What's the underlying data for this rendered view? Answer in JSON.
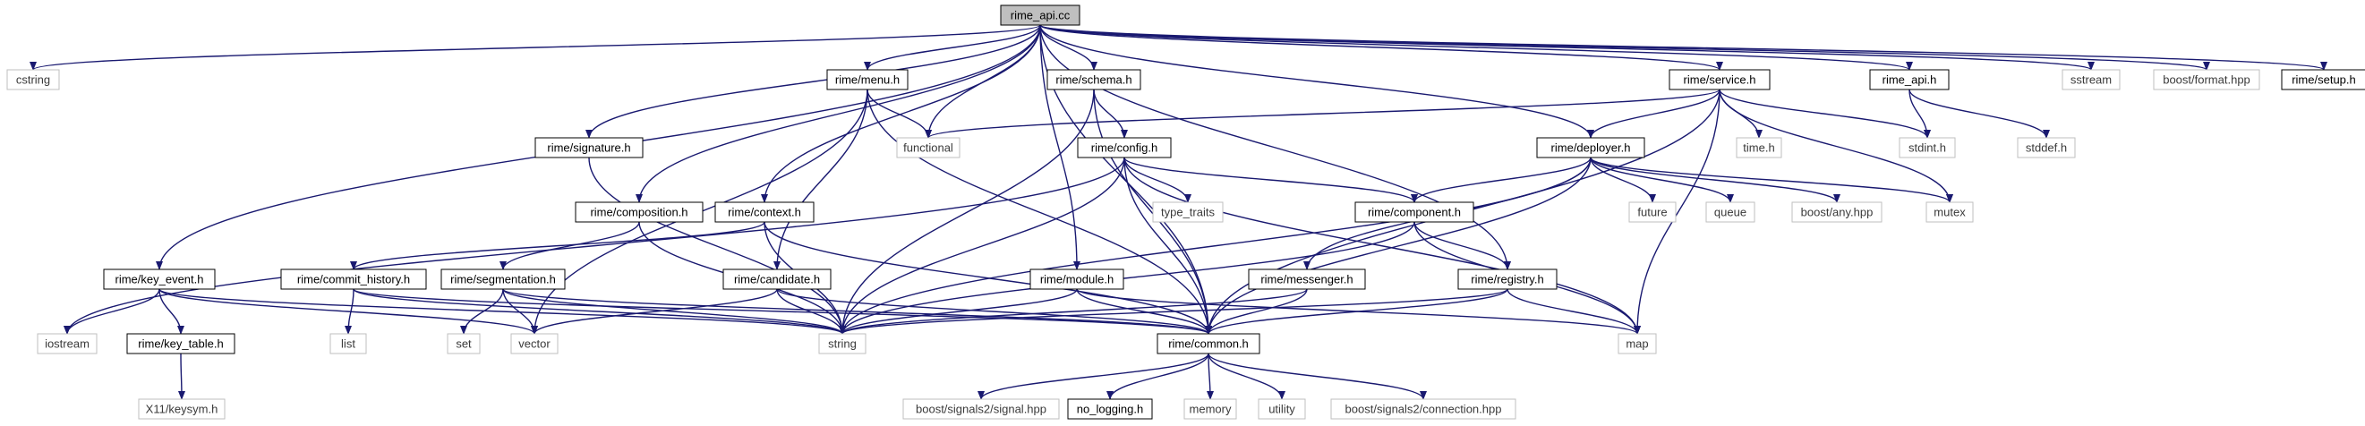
{
  "diagram": {
    "nodes": [
      {
        "id": "rime_api_cc",
        "label": "rime_api.cc",
        "kind": "root"
      },
      {
        "id": "cstring",
        "label": "cstring",
        "kind": "external"
      },
      {
        "id": "rime_menu_h",
        "label": "rime/menu.h",
        "kind": "project"
      },
      {
        "id": "rime_schema_h",
        "label": "rime/schema.h",
        "kind": "project"
      },
      {
        "id": "rime_service_h",
        "label": "rime/service.h",
        "kind": "project"
      },
      {
        "id": "rime_api_h",
        "label": "rime_api.h",
        "kind": "project"
      },
      {
        "id": "sstream",
        "label": "sstream",
        "kind": "external"
      },
      {
        "id": "boost_format_hpp",
        "label": "boost/format.hpp",
        "kind": "external"
      },
      {
        "id": "rime_setup_h",
        "label": "rime/setup.h",
        "kind": "project"
      },
      {
        "id": "rime_signature_h",
        "label": "rime/signature.h",
        "kind": "project"
      },
      {
        "id": "functional",
        "label": "functional",
        "kind": "external"
      },
      {
        "id": "rime_config_h",
        "label": "rime/config.h",
        "kind": "project"
      },
      {
        "id": "time_h",
        "label": "time.h",
        "kind": "external"
      },
      {
        "id": "stdint_h",
        "label": "stdint.h",
        "kind": "external"
      },
      {
        "id": "stddef_h",
        "label": "stddef.h",
        "kind": "external"
      },
      {
        "id": "rime_deployer_h",
        "label": "rime/deployer.h",
        "kind": "project"
      },
      {
        "id": "type_traits",
        "label": "type_traits",
        "kind": "external"
      },
      {
        "id": "rime_composition_h",
        "label": "rime/composition.h",
        "kind": "project"
      },
      {
        "id": "rime_context_h",
        "label": "rime/context.h",
        "kind": "project"
      },
      {
        "id": "rime_component_h",
        "label": "rime/component.h",
        "kind": "project"
      },
      {
        "id": "future",
        "label": "future",
        "kind": "external"
      },
      {
        "id": "queue",
        "label": "queue",
        "kind": "external"
      },
      {
        "id": "boost_any_hpp",
        "label": "boost/any.hpp",
        "kind": "external"
      },
      {
        "id": "mutex",
        "label": "mutex",
        "kind": "external"
      },
      {
        "id": "rime_key_event_h",
        "label": "rime/key_event.h",
        "kind": "project"
      },
      {
        "id": "rime_commit_history_h",
        "label": "rime/commit_history.h",
        "kind": "project"
      },
      {
        "id": "rime_segmentation_h",
        "label": "rime/segmentation.h",
        "kind": "project"
      },
      {
        "id": "rime_candidate_h",
        "label": "rime/candidate.h",
        "kind": "project"
      },
      {
        "id": "rime_module_h",
        "label": "rime/module.h",
        "kind": "project"
      },
      {
        "id": "rime_messenger_h",
        "label": "rime/messenger.h",
        "kind": "project"
      },
      {
        "id": "rime_registry_h",
        "label": "rime/registry.h",
        "kind": "project"
      },
      {
        "id": "iostream",
        "label": "iostream",
        "kind": "external"
      },
      {
        "id": "rime_key_table_h",
        "label": "rime/key_table.h",
        "kind": "project"
      },
      {
        "id": "list",
        "label": "list",
        "kind": "external"
      },
      {
        "id": "set",
        "label": "set",
        "kind": "external"
      },
      {
        "id": "vector",
        "label": "vector",
        "kind": "external"
      },
      {
        "id": "string",
        "label": "string",
        "kind": "external"
      },
      {
        "id": "rime_common_h",
        "label": "rime/common.h",
        "kind": "project"
      },
      {
        "id": "map",
        "label": "map",
        "kind": "external"
      },
      {
        "id": "x11_keysym_h",
        "label": "X11/keysym.h",
        "kind": "external"
      },
      {
        "id": "boost_signals2_signal_hpp",
        "label": "boost/signals2/signal.hpp",
        "kind": "external"
      },
      {
        "id": "no_logging_h",
        "label": "no_logging.h",
        "kind": "project"
      },
      {
        "id": "memory",
        "label": "memory",
        "kind": "external"
      },
      {
        "id": "utility",
        "label": "utility",
        "kind": "external"
      },
      {
        "id": "boost_signals2_connection_hpp",
        "label": "boost/signals2/connection.hpp",
        "kind": "external"
      }
    ],
    "edges": [
      [
        "rime_api_cc",
        "cstring"
      ],
      [
        "rime_api_cc",
        "rime_menu_h"
      ],
      [
        "rime_api_cc",
        "rime_schema_h"
      ],
      [
        "rime_api_cc",
        "rime_service_h"
      ],
      [
        "rime_api_cc",
        "rime_api_h"
      ],
      [
        "rime_api_cc",
        "sstream"
      ],
      [
        "rime_api_cc",
        "boost_format_hpp"
      ],
      [
        "rime_api_cc",
        "rime_setup_h"
      ],
      [
        "rime_api_cc",
        "rime_signature_h"
      ],
      [
        "rime_api_cc",
        "functional"
      ],
      [
        "rime_api_cc",
        "rime_deployer_h"
      ],
      [
        "rime_api_cc",
        "rime_composition_h"
      ],
      [
        "rime_api_cc",
        "rime_context_h"
      ],
      [
        "rime_api_cc",
        "rime_key_event_h"
      ],
      [
        "rime_api_cc",
        "rime_module_h"
      ],
      [
        "rime_api_cc",
        "rime_registry_h"
      ],
      [
        "rime_api_cc",
        "rime_common_h"
      ],
      [
        "rime_menu_h",
        "functional"
      ],
      [
        "rime_menu_h",
        "rime_candidate_h"
      ],
      [
        "rime_menu_h",
        "rime_common_h"
      ],
      [
        "rime_menu_h",
        "vector"
      ],
      [
        "rime_schema_h",
        "rime_config_h"
      ],
      [
        "rime_schema_h",
        "string"
      ],
      [
        "rime_schema_h",
        "rime_common_h"
      ],
      [
        "rime_service_h",
        "functional"
      ],
      [
        "rime_service_h",
        "rime_deployer_h"
      ],
      [
        "rime_service_h",
        "time_h"
      ],
      [
        "rime_service_h",
        "stdint_h"
      ],
      [
        "rime_service_h",
        "mutex"
      ],
      [
        "rime_service_h",
        "rime_common_h"
      ],
      [
        "rime_service_h",
        "map"
      ],
      [
        "rime_api_h",
        "stdint_h"
      ],
      [
        "rime_api_h",
        "stddef_h"
      ],
      [
        "rime_signature_h",
        "string"
      ],
      [
        "rime_config_h",
        "iostream"
      ],
      [
        "rime_config_h",
        "type_traits"
      ],
      [
        "rime_config_h",
        "rime_component_h"
      ],
      [
        "rime_config_h",
        "string"
      ],
      [
        "rime_config_h",
        "map"
      ],
      [
        "rime_config_h",
        "rime_common_h"
      ],
      [
        "rime_deployer_h",
        "rime_component_h"
      ],
      [
        "rime_deployer_h",
        "future"
      ],
      [
        "rime_deployer_h",
        "queue"
      ],
      [
        "rime_deployer_h",
        "boost_any_hpp"
      ],
      [
        "rime_deployer_h",
        "mutex"
      ],
      [
        "rime_deployer_h",
        "rime_messenger_h"
      ],
      [
        "rime_deployer_h",
        "string"
      ],
      [
        "rime_deployer_h",
        "rime_common_h"
      ],
      [
        "rime_composition_h",
        "rime_segmentation_h"
      ],
      [
        "rime_composition_h",
        "string"
      ],
      [
        "rime_context_h",
        "rime_commit_history_h"
      ],
      [
        "rime_context_h",
        "string"
      ],
      [
        "rime_context_h",
        "rime_common_h"
      ],
      [
        "rime_component_h",
        "rime_registry_h"
      ],
      [
        "rime_component_h",
        "map"
      ],
      [
        "rime_component_h",
        "string"
      ],
      [
        "rime_key_event_h",
        "iostream"
      ],
      [
        "rime_key_event_h",
        "rime_key_table_h"
      ],
      [
        "rime_key_event_h",
        "vector"
      ],
      [
        "rime_key_event_h",
        "string"
      ],
      [
        "rime_commit_history_h",
        "list"
      ],
      [
        "rime_commit_history_h",
        "string"
      ],
      [
        "rime_commit_history_h",
        "rime_common_h"
      ],
      [
        "rime_segmentation_h",
        "set"
      ],
      [
        "rime_segmentation_h",
        "vector"
      ],
      [
        "rime_segmentation_h",
        "string"
      ],
      [
        "rime_segmentation_h",
        "rime_common_h"
      ],
      [
        "rime_candidate_h",
        "vector"
      ],
      [
        "rime_candidate_h",
        "string"
      ],
      [
        "rime_candidate_h",
        "rime_common_h"
      ],
      [
        "rime_module_h",
        "map"
      ],
      [
        "rime_module_h",
        "string"
      ],
      [
        "rime_module_h",
        "rime_common_h"
      ],
      [
        "rime_messenger_h",
        "string"
      ],
      [
        "rime_messenger_h",
        "rime_common_h"
      ],
      [
        "rime_registry_h",
        "map"
      ],
      [
        "rime_registry_h",
        "string"
      ],
      [
        "rime_registry_h",
        "rime_common_h"
      ],
      [
        "rime_key_table_h",
        "x11_keysym_h"
      ],
      [
        "rime_common_h",
        "boost_signals2_signal_hpp"
      ],
      [
        "rime_common_h",
        "no_logging_h"
      ],
      [
        "rime_common_h",
        "memory"
      ],
      [
        "rime_common_h",
        "utility"
      ],
      [
        "rime_common_h",
        "boost_signals2_connection_hpp"
      ]
    ]
  }
}
